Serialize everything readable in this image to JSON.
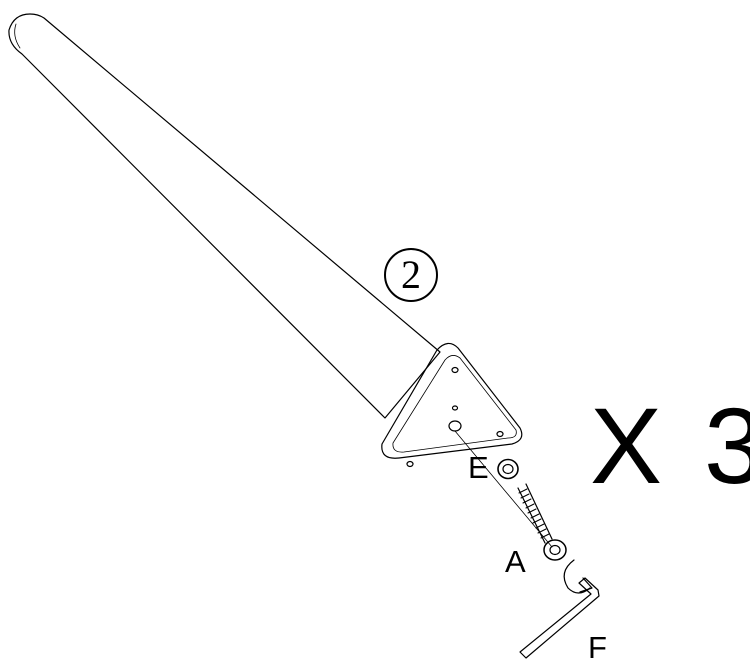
{
  "step": {
    "number": "2"
  },
  "quantity": {
    "label": "X 3"
  },
  "parts": {
    "washer": {
      "letter": "E"
    },
    "bolt": {
      "letter": "A"
    },
    "allen_key": {
      "letter": "F"
    }
  }
}
